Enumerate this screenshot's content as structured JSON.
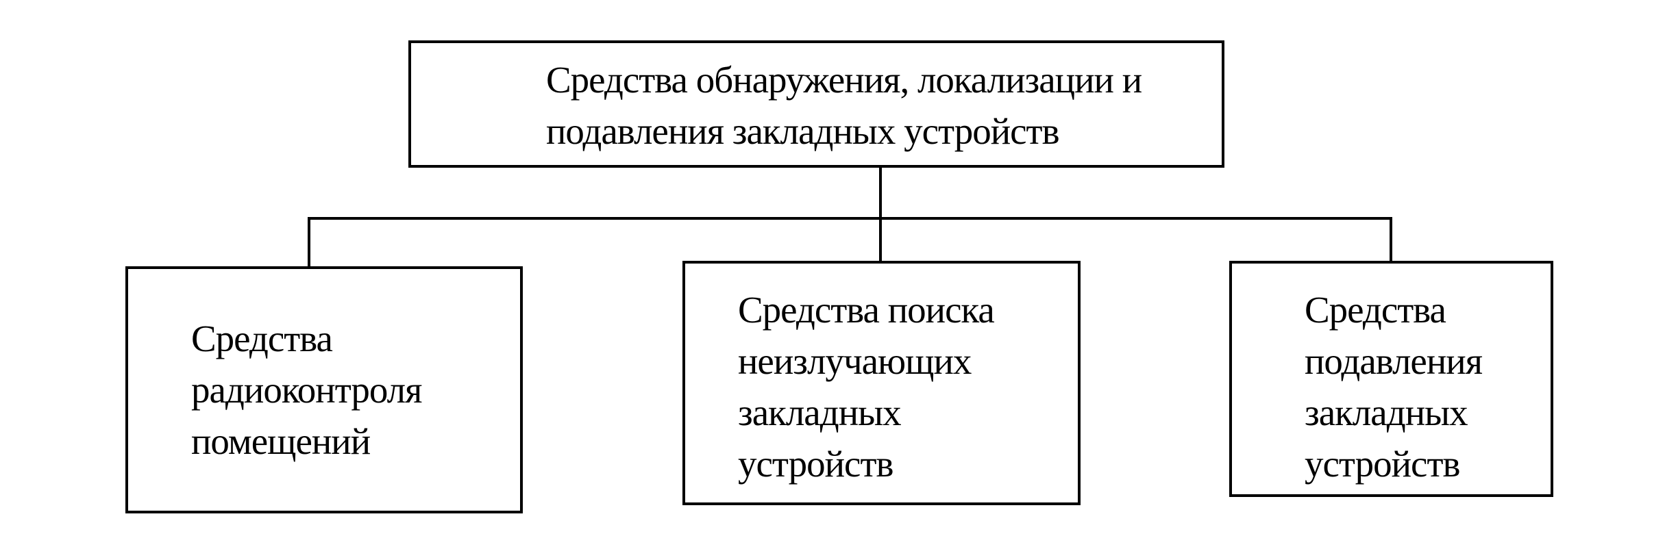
{
  "diagram": {
    "root": {
      "text": "Средства обнаружения, локализации и\nподавления закладных устройств"
    },
    "children": [
      {
        "id": "left",
        "text": "Средства\nрадиоконтроля\nпомещений"
      },
      {
        "id": "center",
        "text": "Средства поиска\nнеизлучающих\nзакладных\nустройств"
      },
      {
        "id": "right",
        "text": "Средства\nподавления\nзакладных\nустройств"
      }
    ],
    "line_color": "#000000",
    "box_fill": "#ffffff"
  }
}
